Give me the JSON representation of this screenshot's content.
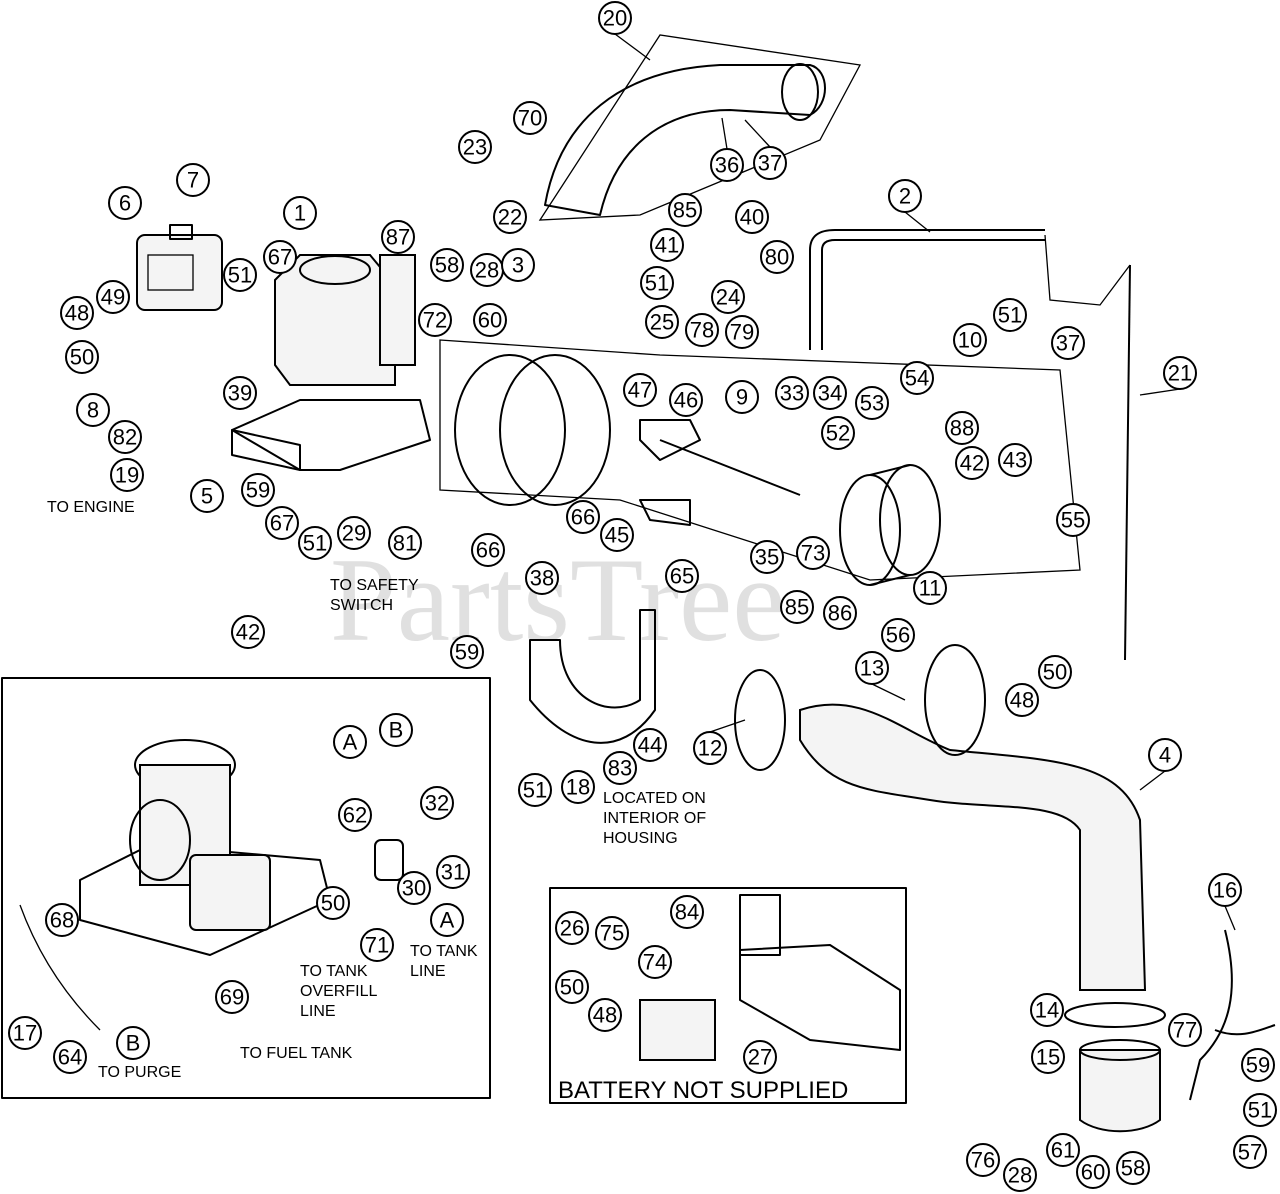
{
  "watermark": "PartsTree",
  "notes": {
    "to_engine": "TO ENGINE",
    "to_safety_switch_1": "TO SAFETY",
    "to_safety_switch_2": "SWITCH",
    "located_1": "LOCATED ON",
    "located_2": "INTERIOR OF",
    "located_3": "HOUSING",
    "to_tank_line_1": "TO TANK",
    "to_tank_line_2": "LINE",
    "to_tank_overfill_1": "TO TANK",
    "to_tank_overfill_2": "OVERFILL",
    "to_tank_overfill_3": "LINE",
    "to_fuel_tank": "TO FUEL TANK",
    "to_purge": "TO PURGE",
    "battery_not_supplied": "BATTERY NOT SUPPLIED"
  },
  "callouts": {
    "c1": "1",
    "c2": "2",
    "c3": "3",
    "c4": "4",
    "c5": "5",
    "c6": "6",
    "c7": "7",
    "c8": "8",
    "c9": "9",
    "c10": "10",
    "c11": "11",
    "c12": "12",
    "c13": "13",
    "c14": "14",
    "c15": "15",
    "c16": "16",
    "c17": "17",
    "c18": "18",
    "c19": "19",
    "c20": "20",
    "c21": "21",
    "c22": "22",
    "c23": "23",
    "c24": "24",
    "c25": "25",
    "c26": "26",
    "c27": "27",
    "c28a": "28",
    "c28b": "28",
    "c29": "29",
    "c30": "30",
    "c31": "31",
    "c32": "32",
    "c33": "33",
    "c34": "34",
    "c35": "35",
    "c36": "36",
    "c37a": "37",
    "c37b": "37",
    "c38": "38",
    "c39": "39",
    "c40": "40",
    "c41": "41",
    "c42a": "42",
    "c42b": "42",
    "c43": "43",
    "c44": "44",
    "c45": "45",
    "c46": "46",
    "c47": "47",
    "c48a": "48",
    "c48b": "48",
    "c48c": "48",
    "c49": "49",
    "c50a": "50",
    "c50b": "50",
    "c50c": "50",
    "c50d": "50",
    "c51a": "51",
    "c51b": "51",
    "c51c": "51",
    "c51d": "51",
    "c51e": "51",
    "c51f": "51",
    "c52": "52",
    "c53": "53",
    "c54": "54",
    "c55": "55",
    "c56": "56",
    "c57": "57",
    "c58a": "58",
    "c58b": "58",
    "c59a": "59",
    "c59b": "59",
    "c59c": "59",
    "c60a": "60",
    "c60b": "60",
    "c61": "61",
    "c62": "62",
    "c64": "64",
    "c65": "65",
    "c66a": "66",
    "c66b": "66",
    "c67a": "67",
    "c67b": "67",
    "c68": "68",
    "c69": "69",
    "c70": "70",
    "c71": "71",
    "c72": "72",
    "c73": "73",
    "c74": "74",
    "c75": "75",
    "c76": "76",
    "c77": "77",
    "c78": "78",
    "c79": "79",
    "c80": "80",
    "c81": "81",
    "c82": "82",
    "c83": "83",
    "c84": "84",
    "c85a": "85",
    "c85b": "85",
    "c86": "86",
    "c87": "87",
    "c88": "88",
    "cAa": "A",
    "cAb": "A",
    "cBa": "B",
    "cBb": "B"
  }
}
